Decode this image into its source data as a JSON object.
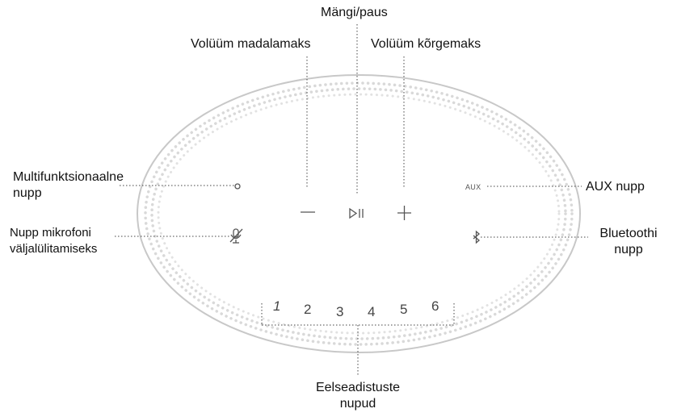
{
  "labels": {
    "play_pause": "Mängi/paus",
    "volume_down": "Volüüm madalamaks",
    "volume_up": "Volüüm kõrgemaks",
    "multifunction_line1": "Multifunktsionaalne",
    "multifunction_line2": "nupp",
    "mic_off_line1": "Nupp mikrofoni",
    "mic_off_line2": "väljalülitamiseks",
    "aux_button": "AUX nupp",
    "bluetooth_line1": "Bluetoothi",
    "bluetooth_line2": "nupp",
    "presets_line1": "Eelseadistuste",
    "presets_line2": "nupud"
  },
  "device": {
    "aux_text": "AUX",
    "presets": [
      "1",
      "2",
      "3",
      "4",
      "5",
      "6"
    ]
  },
  "colors": {
    "outline": "#c8c8c8",
    "dots": "#d9d9d9",
    "leader": "#444444",
    "icon": "#555555"
  },
  "icons": [
    "minus-icon",
    "play-pause-icon",
    "plus-icon",
    "multifunction-circle-icon",
    "mic-off-icon",
    "bluetooth-icon"
  ]
}
